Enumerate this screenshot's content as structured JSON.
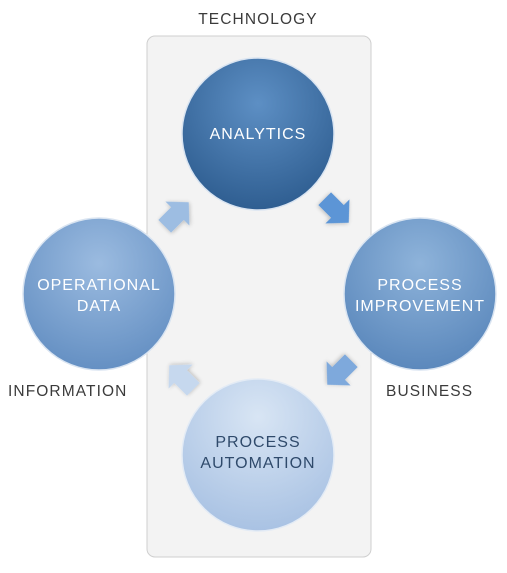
{
  "labels": {
    "technology": "TECHNOLOGY",
    "information": "INFORMATION",
    "business": "BUSINESS"
  },
  "nodes": {
    "analytics": {
      "line1": "ANALYTICS",
      "line2": "",
      "text_color": "#ffffff"
    },
    "process_improvement": {
      "line1": "PROCESS",
      "line2": "IMPROVEMENT",
      "text_color": "#ffffff"
    },
    "process_automation": {
      "line1": "PROCESS",
      "line2": "AUTOMATION",
      "text_color": "#2f4a6b"
    },
    "operational_data": {
      "line1": "OPERATIONAL",
      "line2": "DATA",
      "text_color": "#ffffff"
    }
  },
  "colors": {
    "analytics": "#3a6a9c",
    "process_improvement": "#6d98c8",
    "process_automation": "#bcd0ea",
    "operational_data": "#7ba3d0",
    "panel_fill": "#f3f3f3",
    "panel_stroke": "#cfcfcf",
    "arrow_dark": "#5b95d6",
    "arrow_mid": "#82aee0",
    "arrow_light": "#c6d8ee"
  }
}
